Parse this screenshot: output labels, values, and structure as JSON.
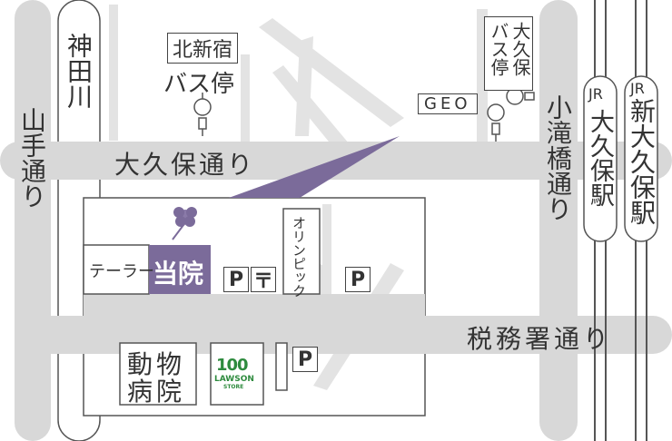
{
  "colors": {
    "road": "#d8d8d8",
    "line": "#555555",
    "highlight": "#7b6b9a",
    "lawson_green": "#2e8b3e",
    "text": "#333333"
  },
  "labels": {
    "yamate_dori": "山手通り",
    "kanda_gawa": "神田川",
    "okubo_dori": "大久保通り",
    "kita_shinjuku_stop_line1": "北新宿",
    "kita_shinjuku_stop_line2": "バス停",
    "geo": "GEO",
    "okubo_stop_line1": "大久保",
    "okubo_stop_line2": "バス停",
    "kotakibashi_dori": "小滝橋通り",
    "jr_okubo_prefix": "JR",
    "jr_okubo_name": "大久保駅",
    "jr_shin_okubo_prefix": "JR",
    "jr_shin_okubo_name": "新大久保駅",
    "tailor": "テーラー",
    "clinic": "当院",
    "olympic": "オリンピック",
    "zeimusho_dori": "税務署通り",
    "animal_hospital_line1": "動物",
    "animal_hospital_line2": "病院",
    "lawson_top": "100",
    "lawson_mid": "LAWSON",
    "lawson_bottom": "STORE",
    "parking": "P",
    "post_office": "〒"
  },
  "icons": [
    "flower-icon",
    "bus-stop-icon",
    "parking-icon",
    "post-office-icon"
  ]
}
